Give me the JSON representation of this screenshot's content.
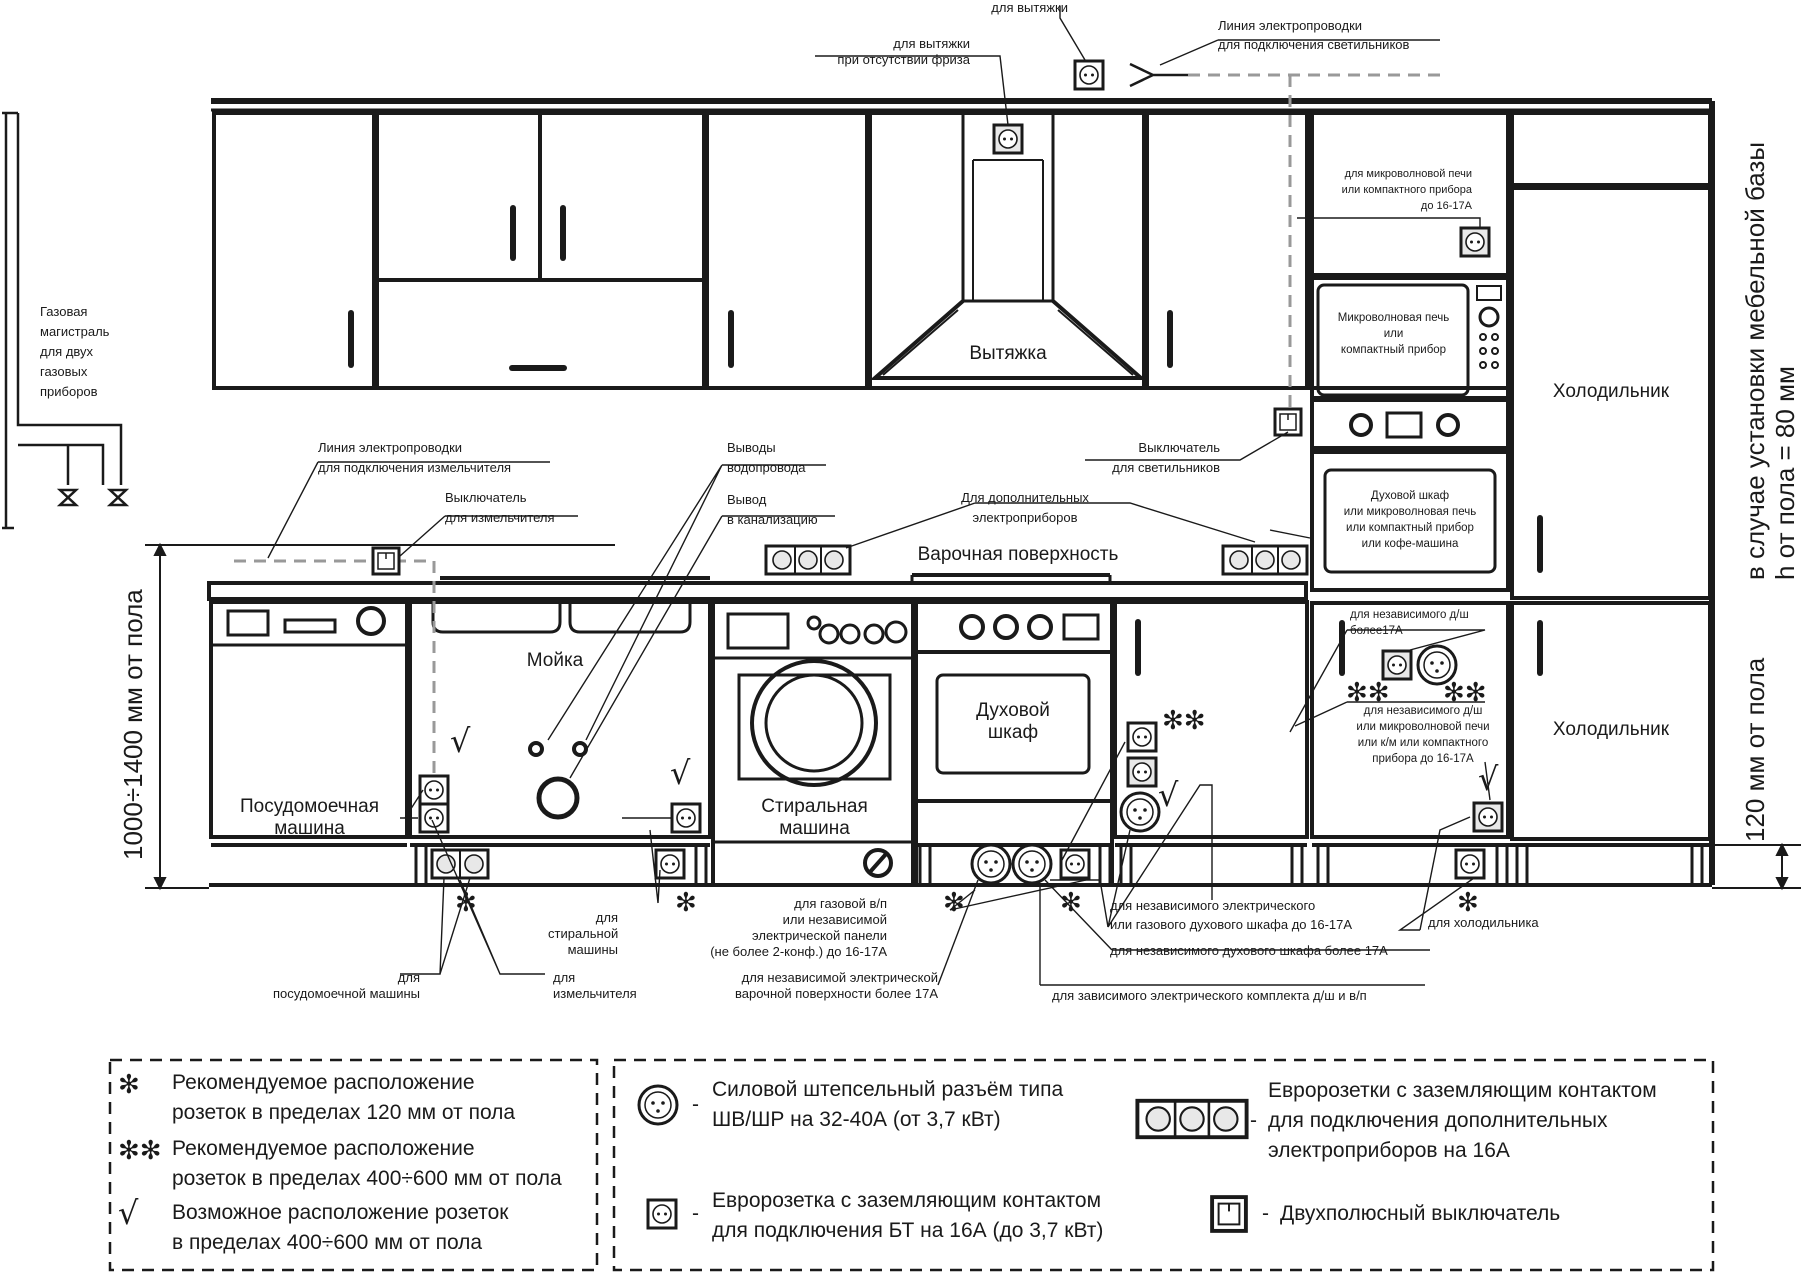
{
  "labels": {
    "gas_main": "Газовая\nмагистраль\nдля двух\nгазовых\nприборов",
    "hood_socket_top": "для вытяжки",
    "hood_socket_no_frieze": "для вытяжки\nпри отсутствии фриза",
    "lighting_line_top": "Линия электропроводки\nдля подключения светильников",
    "microwave_socket": "для микроволновой печи\nили компактного прибора\nдо 16-17А",
    "microwave_box": "Микроволновая печь\nили\nкомпактный прибор",
    "hood": "Вытяжка",
    "fridge_upper": "Холодильник",
    "fridge_lower": "Холодильник",
    "light_switch": "Выключатель\nдля светильников",
    "grinder_line": "Линия электропроводки\nдля подключения измельчителя",
    "grinder_switch": "Выключатель\nдля измельчителя",
    "water_outlets": "Выводы\nводопровода",
    "sewer_outlet": "Вывод\nв канализацию",
    "extra_appliances": "Для дополнительных\nэлектроприборов",
    "hob": "Варочная поверхность",
    "oven_box": "Духовой шкаф\nили микроволновая печь\nили компактный прибор\nили кофе-машина",
    "sink": "Мойка",
    "oven": "Духовой\nшкаф",
    "dishwasher": "Посудомоечная\nмашина",
    "washer": "Стиральная\nмашина",
    "indep_dw_17": "для независимого д/ш\nболее17А",
    "indep_dw_16": "для независимого д/ш\nили микроволновой печи\nили к/м или компактного\nприбора до 16-17А",
    "height_range": "1000÷1400 мм от пола",
    "height_120": "120 мм от пола",
    "furniture_base": "в случае установки мебельной базы",
    "furniture_h": "h от пола = 80 мм",
    "for_washer": "для\nстиральной\nмашины",
    "for_dishwasher": "для\nпосудомоечной машины",
    "for_grinder": "для\nизмельчителя",
    "gas_heater": "для газовой в/п\nили независимой\nэлектрической панели\n(не более 2-конф.) до 16-17А",
    "indep_hob_17": "для независимой электрической\nварочной поверхности более 17А",
    "indep_oven_16": "для независимого электрического\nили газового духового шкафа до 16-17А",
    "indep_oven_17": "для независимого духового шкафа более 17А",
    "dependent_set": "для зависимого электрического комплекта д/ш и в/п",
    "for_fridge": "для холодильника"
  },
  "legend": {
    "star_1": "Рекомендуемое расположение\nрозеток в пределах 120 мм от пола",
    "star_2": "Рекомендуемое расположение\nрозеток в пределах 400÷600 мм от пола",
    "check": "Возможное расположение розеток\nв пределах 400÷600 мм от пола",
    "power": "Силовой штепсельный разъём типа\nШВ/ШР на 32-40А (от 3,7 кВт)",
    "euro": "Евророзетка с заземляющим контактом\nдля подключения БТ на 16А (до 3,7 кВт)",
    "triple": "Евророзетки с заземляющим контактом\nдля подключения дополнительных\nэлектроприборов на 16А",
    "switch": "Двухполюсный выключатель",
    "dash": "-"
  },
  "symbols": {
    "star": "✻",
    "double_star": "✻✻",
    "check": "√"
  }
}
